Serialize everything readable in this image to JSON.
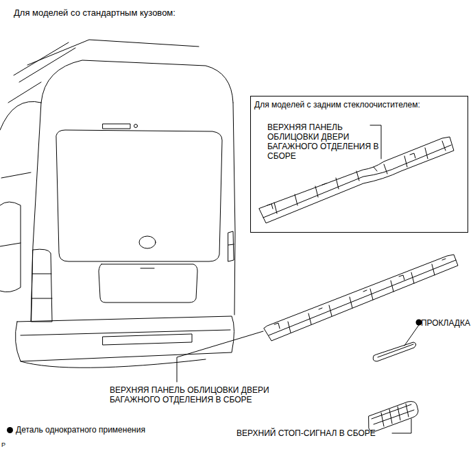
{
  "diagram": {
    "title": "Для моделей со стандартным кузовом:",
    "nodes": [
      {
        "text": [
          "Для моделей с задним стеклоочистителем:",
          "ВЕРХНЯЯ ПАНЕЛЬ ОБЛИЦОВКИ ДВЕРИ БАГАЖНОГО ОТДЕЛЕНИЯ В СБОРЕ"
        ]
      }
    ],
    "labels": [
      "ПРОКЛАДКА",
      "ВЕРХНЯЯ ПАНЕЛЬ ОБЛИЦОВКИ ДВЕРИ БАГАЖНОГО ОТДЕЛЕНИЯ В СБОРЕ",
      "ВЕРХНИЙ СТОП-СИГНАЛ В СБОРЕ",
      "P"
    ],
    "legend": [
      {
        "text": "Деталь однократного применения"
      }
    ]
  }
}
